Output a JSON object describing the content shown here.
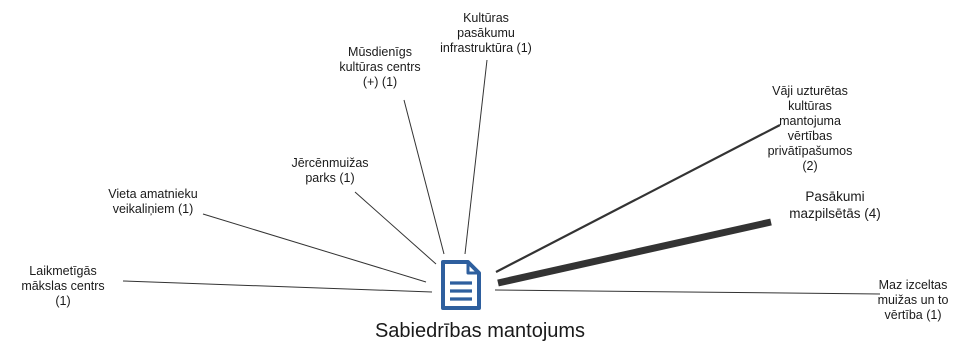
{
  "center": {
    "label": "Sabiedrības mantojums",
    "icon": "document-icon",
    "icon_color": "#2e5f9e"
  },
  "nodes": [
    {
      "label": "Laikmetīgās\nmākslas centrs\n(1)",
      "weight": 1
    },
    {
      "label": "Vieta amatnieku\nveikaliņiem (1)",
      "weight": 1
    },
    {
      "label": "Jērcēnmuižas\nparks (1)",
      "weight": 1
    },
    {
      "label": "Mūsdienīgs\nkultūras centrs\n(+) (1)",
      "weight": 1
    },
    {
      "label": "Kultūras\npasākumu\ninfrastruktūra (1)",
      "weight": 1
    },
    {
      "label": "Vāji uzturētas\nkultūras\nmantojuma\nvērtības\nprivātīpašumos\n(2)",
      "weight": 2
    },
    {
      "label": "Pasākumi\nmazpilsētās (4)",
      "weight": 4
    },
    {
      "label": "Maz izceltas\nmuižas un to\nvērtība (1)",
      "weight": 1
    }
  ],
  "colors": {
    "line": "#333333"
  }
}
